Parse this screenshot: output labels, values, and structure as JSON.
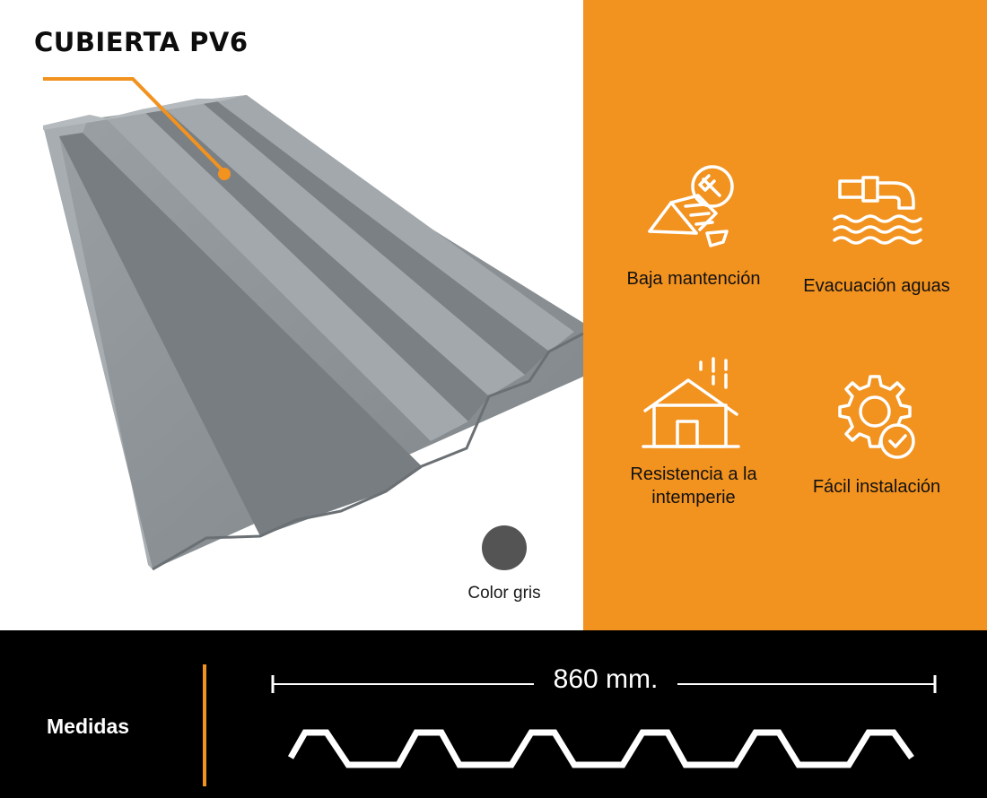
{
  "product": {
    "title": "CUBIERTA PV6"
  },
  "color": {
    "label": "Color gris",
    "swatch": "#545454"
  },
  "features": [
    {
      "label": "Baja mantención",
      "icon": "roof-maintenance-icon"
    },
    {
      "label": "Evacuación aguas",
      "icon": "water-drain-icon"
    },
    {
      "label": "Resistencia a la intemperie",
      "icon": "house-rain-icon"
    },
    {
      "label": "Fácil instalación",
      "icon": "gear-check-icon"
    }
  ],
  "measures": {
    "label": "Medidas",
    "width": "860 mm."
  },
  "colors": {
    "accent": "#f2921f",
    "sheet": "#8a8f93",
    "dark": "#000000"
  }
}
